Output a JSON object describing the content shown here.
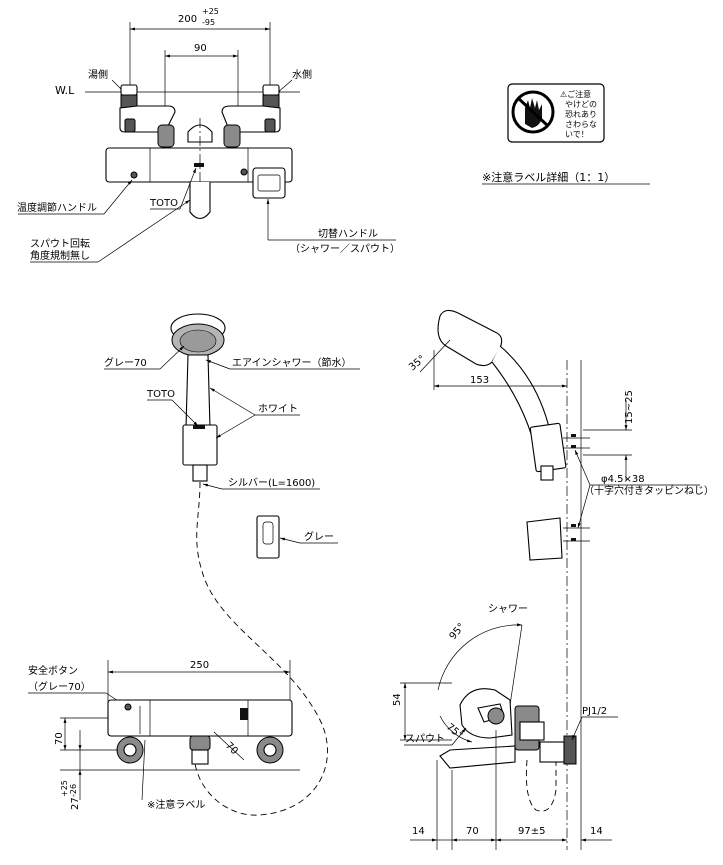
{
  "top_view": {
    "dim_total": "200",
    "dim_tol_plus": "+25",
    "dim_tol_minus": "-95",
    "dim_90": "90",
    "wl": "W.L",
    "hot_side": "湯側",
    "cold_side": "水側",
    "temp_handle": "温度調節ハンドル",
    "brand": "TOTO",
    "spout_note_1": "スパウト回転",
    "spout_note_2": "角度規制無し",
    "switch_handle": "切替ハンドル",
    "switch_sub": "（シャワー／スパウト）"
  },
  "caution_label": {
    "title": "⚠ご注意",
    "lines": [
      "やけどの",
      "恐れあり",
      "さわらな",
      "いで！"
    ],
    "caption": "※注意ラベル詳細（1：1）"
  },
  "shower_view": {
    "grey70": "グレー70",
    "air_in_shower": "エアインシャワー（節水）",
    "brand": "TOTO",
    "white": "ホワイト",
    "silver": "シルバー(L=1600)",
    "grey": "グレー"
  },
  "side_view": {
    "angle35": "35°",
    "dim153": "153",
    "dim15_25": "15~25",
    "screw": "φ4.5×38",
    "screw_sub": "（十字穴付きタッピンねじ）",
    "shower": "シャワー",
    "angle95": "95°",
    "dim54": "54",
    "angle75": "75°",
    "spout": "スパウト",
    "pj": "PJ1/2",
    "dim14a": "14",
    "dim70": "70",
    "dim97": "97±5",
    "dim14b": "14"
  },
  "front_view": {
    "safety_button": "安全ボタン",
    "safety_sub": "（グレー70）",
    "dim250": "250",
    "dim70v": "70",
    "dim70d": "70",
    "dim27": "27",
    "dim27_plus": "+25",
    "dim27_minus": "-26",
    "caution": "※注意ラベル"
  }
}
